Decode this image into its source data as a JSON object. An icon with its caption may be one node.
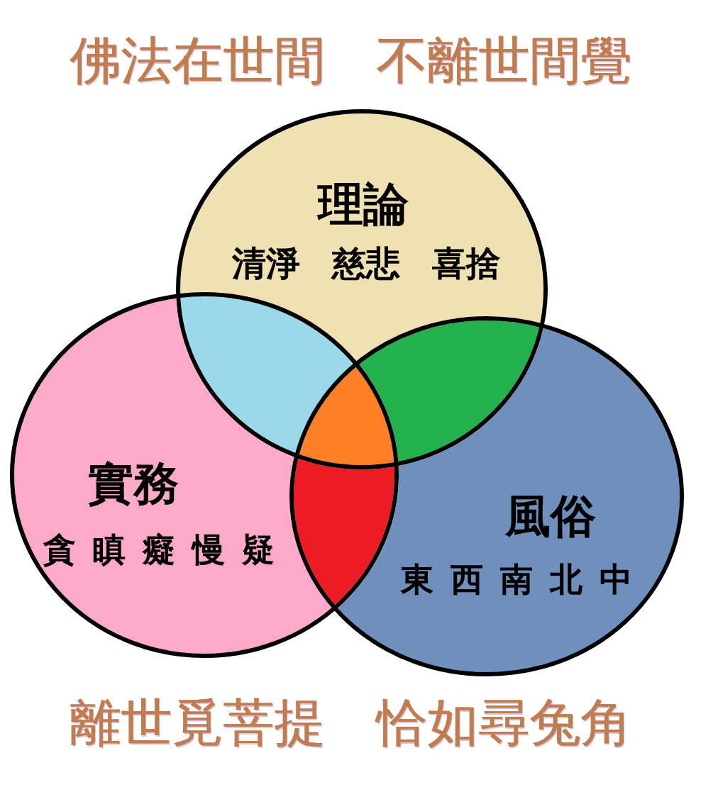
{
  "diagram": {
    "title": "佛法在世間　不離世間覺",
    "caption": "離世覓菩提　恰如尋兔角",
    "nodes": [
      {
        "text": [
          "理論",
          "清淨 慈悲 喜捨"
        ]
      },
      {
        "text": [
          "實務",
          "貪 瞋 癡 慢 疑"
        ]
      },
      {
        "text": [
          "風俗",
          "東 西 南 北 中"
        ]
      },
      {
        "text": [],
        "shape": "lens"
      },
      {
        "text": [],
        "shape": "lens"
      },
      {
        "text": [],
        "shape": "triangle"
      },
      {
        "text": [],
        "shape": "lens"
      }
    ]
  }
}
